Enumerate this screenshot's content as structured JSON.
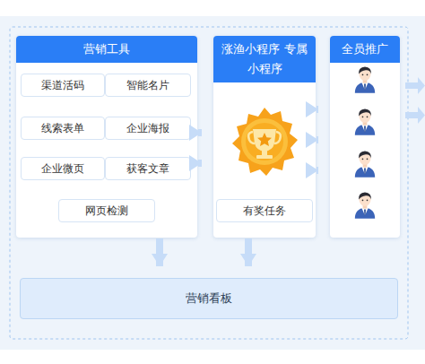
{
  "diagram": {
    "nodes": [
      {
        "text": [
          "营销工具"
        ]
      },
      {
        "text": [
          "渠道活码"
        ],
        "in": 0
      },
      {
        "text": [
          "智能名片"
        ],
        "in": 0
      },
      {
        "text": [
          "线索表单"
        ],
        "in": 0
      },
      {
        "text": [
          "企业海报"
        ],
        "in": 0
      },
      {
        "text": [
          "企业微页"
        ],
        "in": 0
      },
      {
        "text": [
          "获客文章"
        ],
        "in": 0
      },
      {
        "text": [
          "网页检测"
        ],
        "in": 0
      },
      {
        "text": [
          "涨渔小程序 专属小程序"
        ]
      },
      {
        "text": [
          "有奖任务"
        ],
        "in": 8
      },
      {
        "text": [
          "全员推广"
        ]
      },
      {
        "text": [
          "营销看板"
        ]
      }
    ],
    "edges": [
      {
        "from": 0,
        "to": 8,
        "arrow": "to"
      },
      {
        "from": 0,
        "to": 8,
        "arrow": "to"
      },
      {
        "from": 8,
        "to": 10,
        "arrow": "to"
      },
      {
        "from": 8,
        "to": 10,
        "arrow": "to"
      },
      {
        "from": 8,
        "to": 10,
        "arrow": "to"
      },
      {
        "from": 0,
        "to": 11,
        "arrow": "to"
      },
      {
        "from": 8,
        "to": 11,
        "arrow": "to"
      }
    ]
  }
}
